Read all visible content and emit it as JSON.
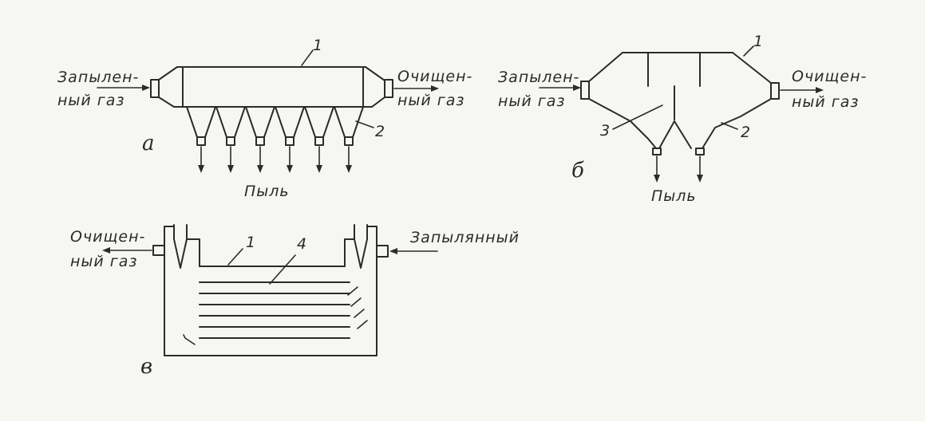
{
  "diagram_a": {
    "letter": "а",
    "inlet_line1": "Запылен-",
    "inlet_line2": "ный газ",
    "outlet_line1": "Очищен-",
    "outlet_line2": "ный газ",
    "label_1": "1",
    "label_2": "2",
    "dust": "Пыль"
  },
  "diagram_b": {
    "letter": "б",
    "inlet_line1": "Запылен-",
    "inlet_line2": "ный газ",
    "outlet_line1": "Очищен-",
    "outlet_line2": "ный газ",
    "label_1": "1",
    "label_2": "2",
    "label_3": "3",
    "dust": "Пыль"
  },
  "diagram_c": {
    "letter": "в",
    "outlet_line1": "Очищен-",
    "outlet_line2": "ный газ",
    "inlet": "Запылянный",
    "label_1": "1",
    "label_4": "4"
  }
}
